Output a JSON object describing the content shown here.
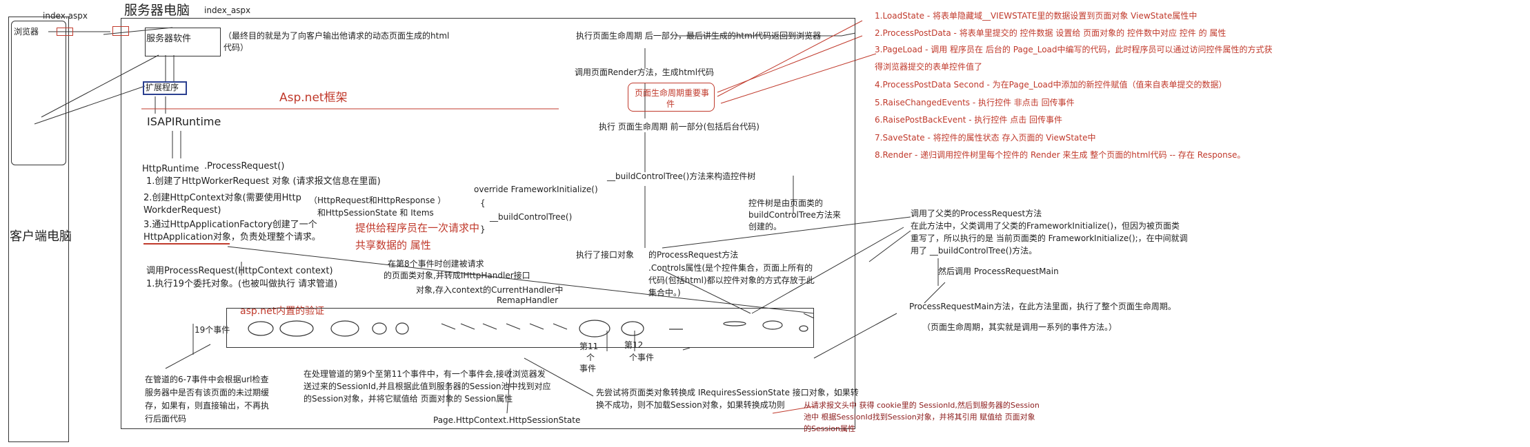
{
  "top": {
    "index_left": "index.aspx",
    "server_title": "服务器电脑",
    "index_right": "index_aspx"
  },
  "client": {
    "browser": "浏览器",
    "title": "客户端电脑"
  },
  "server": {
    "software": "服务器软件",
    "software_note_1": "（最终目的就是为了向客户输出他请求的动态页面生成的html",
    "software_note_2": "代码）",
    "extension": "扩展程序",
    "framework": "Asp.net框架",
    "isapi": "ISAPIRuntime"
  },
  "httpruntime": {
    "title": "HttpRuntime",
    "process_request": ".ProcessRequest()",
    "l1": "1.创建了HttpWorkerRequest 对象 (请求报文信息在里面)",
    "l2a": "2.创建HttpContext对象(需要使用Http",
    "l2b": "WorkderRequest)",
    "l3a": "3.通过HttpApplicationFactory创建了一个",
    "l3b": "HttpApplication对象，负责处理整个请求。",
    "ctx_note_1": "（HttpRequest和HttpResponse ）",
    "ctx_note_2": "和HttpSessionState 和 Items",
    "provide_1": "提供给程序员在一次请求中",
    "provide_2": "共享数据的 属性"
  },
  "pipeline": {
    "call_1": "调用ProcessRequest(HttpContext context)",
    "call_2": "1.执行19个委托对象。(也被叫做执行 请求管道)",
    "auth": "asp.net内置的验证",
    "events19": "19个事件",
    "e8_1": "在第8个事件时创建被请求",
    "e8_2": "的页面类对象,并转成IHttpHandler接口",
    "e8_3": "对象,存入context的CurrentHandler中",
    "remap": "RemapHandler",
    "e11_a": "第11",
    "e11_b": "个",
    "e11_c": "事件",
    "e12_a": "第12",
    "e12_b": "个事件"
  },
  "cache_note": {
    "l1": "在管道的6-7事件中会根据url检查",
    "l2": "服务器中是否有该页面的未过期缓",
    "l3": "存，如果有，则直接输出，不再执",
    "l4": "行后面代码"
  },
  "session_note": {
    "l1": "在处理管道的第9个至第11个事件中，有一个事件会,接收浏览器发",
    "l2": "送过来的SessionId,并且根据此值到服务器的Session池中找到对应",
    "l3": "的Session对象，并将它赋值给 页面对象的 Session属性",
    "path": "Page.HttpContext.HttpSessionState"
  },
  "session_convert": {
    "l1": "先尝试将页面类对象转换成 IRequiresSessionState 接口对象，如果转",
    "l2": "换不成功，则不加载Session对象，如果转换成功则",
    "r1": "从请求报文头中 获得 cookie里的 SessionId,然后到服务器的Session",
    "r2": "池中 根据SessionId找到Session对象，并将其引用 赋值给 页面对象",
    "r3": "的Session属性"
  },
  "page": {
    "lifecycle_end": "执行页面生命周期 后一部分，最后讲生成的html代码返回到浏览器",
    "render": "调用页面Render方法，生成html代码",
    "important_1": "页面生命周期重要事",
    "important_2": "件",
    "front": "执行 页面生命周期 前一部分(包括后台代码)",
    "build_tree": "__buildControlTree()方法来构造控件树",
    "override": "override FrameworkInitialize()",
    "brace_open": "{",
    "build_call": "__buildControlTree()",
    "brace_close": "}",
    "exec": "执行了接口对象",
    "pr": "的ProcessRequest方法",
    "controls_1": ".Controls属性(是个控件集合，页面上所有的",
    "controls_2": "代码(包括html)都以控件对象的方式存放于此",
    "controls_3": "集合中。)",
    "tree_1": "控件树是由页面类的",
    "tree_2": "buildControlTree方法来",
    "tree_3": "创建的。"
  },
  "parent": {
    "l1": "调用了父类的ProcessRequest方法",
    "l2": "在此方法中，父类调用了父类的FrameworkInitialize()，但因为被页面类",
    "l3": "重写了，所以执行的是 当前页面类的 FrameworkInitialize();，在中间就调",
    "l4": "用了 __buildControlTree()方法。",
    "l5": "然后调用 ProcessRequestMain",
    "l6": "ProcessRequestMain方法，在此方法里面，执行了整个页面生命周期。",
    "l7": "（页面生命周期，其实就是调用一系列的事件方法。）"
  },
  "events": [
    "1.LoadState - 将表单隐藏域__VIEWSTATE里的数据设置到页面对象 ViewState属性中",
    "2.ProcessPostData - 将表单里提交的 控件数据   设置给 页面对象的 控件数中对应 控件 的 属性",
    "3.PageLoad - 调用 程序员在 后台的 Page_Load中编写的代码，此时程序员可以通过访问控件属性的方式获",
    "得浏览器提交的表单控件值了",
    "4.ProcessPostData Second - 为在Page_Load中添加的新控件赋值（值来自表单提交的数据）",
    "5.RaiseChangedEvents - 执行控件 非点击 回传事件",
    "6.RaisePostBackEvent - 执行控件  点击 回传事件",
    "7.SaveState - 将控件的属性状态 存入页面的 ViewState中",
    "8.Render - 递归调用控件树里每个控件的 Render 来生成 整个页面的html代码 -- 存在 Response。"
  ],
  "colors": {
    "accent_red": "#c0392b",
    "dark_red": "#8b1a1a",
    "blue": "#2a3f8f"
  }
}
